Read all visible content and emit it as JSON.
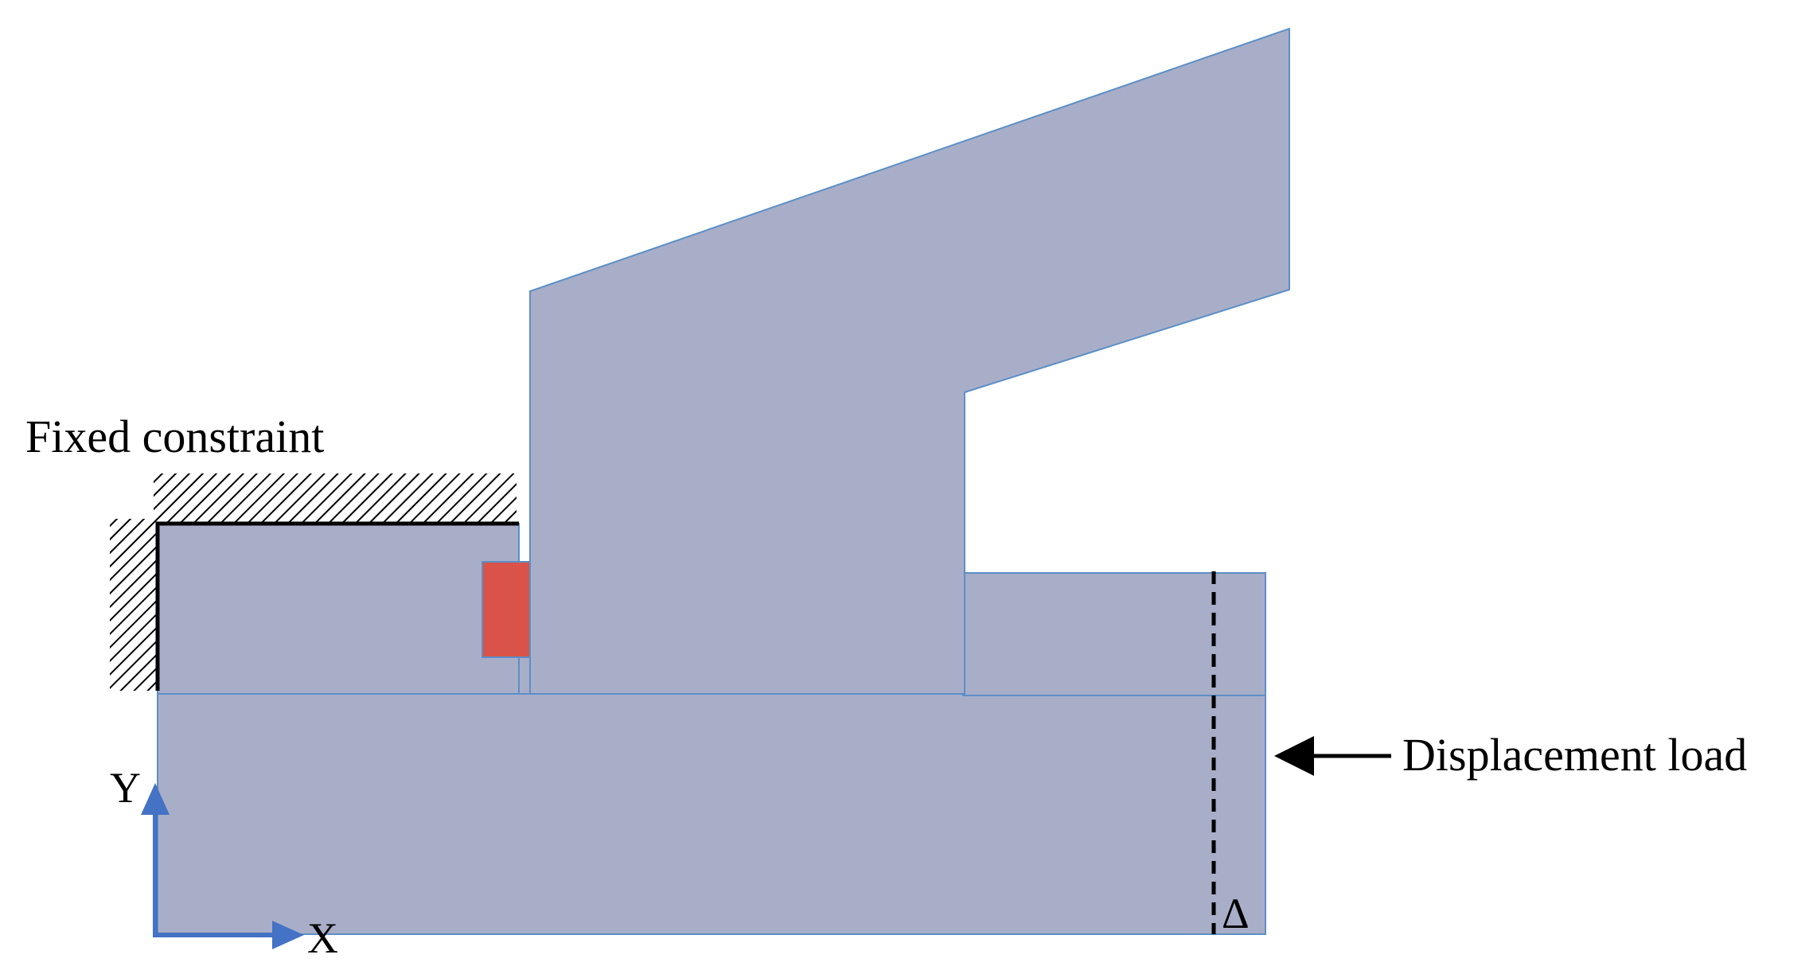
{
  "labels": {
    "fixed_constraint": "Fixed constraint",
    "displacement_load": "Displacement load",
    "delta": "Δ",
    "axis_x": "X",
    "axis_y": "Y"
  },
  "colors": {
    "body_fill": "#a9aec8",
    "body_edge": "#5b8fc7",
    "insert_fill": "#d9534a",
    "axis_arrow": "#4472c4",
    "constraint_line": "#000000",
    "hatch": "#000000",
    "text": "#000000"
  }
}
